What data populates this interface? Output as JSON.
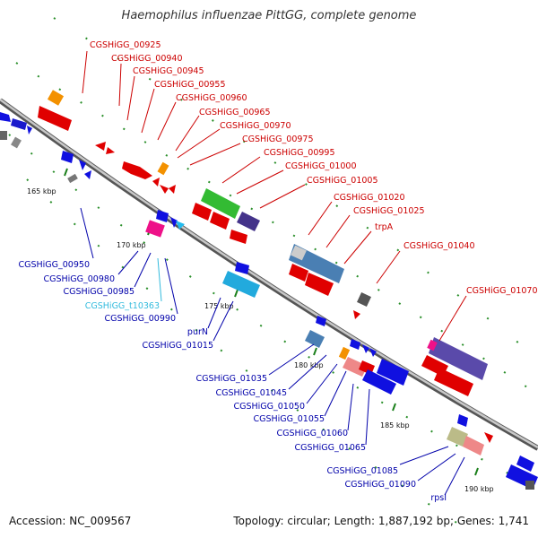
{
  "title": "Haemophilus influenzae PittGG, complete genome",
  "footer": {
    "accession": "Accession: NC_009567",
    "summary": "Topology: circular; Length: 1,887,192 bp; Genes: 1,741"
  },
  "colors": {
    "backbone": "#999999",
    "tick": "#1a7f1a",
    "label_red": "#cc0000",
    "label_blue": "#0000aa",
    "label_cyan": "#33bbdd"
  },
  "ticks": [
    {
      "label": "165 kbp"
    },
    {
      "label": "170 kbp"
    },
    {
      "label": "175 kbp"
    },
    {
      "label": "180 kbp"
    },
    {
      "label": "185 kbp"
    },
    {
      "label": "190 kbp"
    }
  ],
  "gene_labels_top": [
    "CGSHiGG_00925",
    "CGSHiGG_00940",
    "CGSHiGG_00945",
    "CGSHiGG_00955",
    "CGSHiGG_00960",
    "CGSHiGG_00965",
    "CGSHiGG_00970",
    "CGSHiGG_00975",
    "CGSHiGG_00995",
    "CGSHiGG_01000",
    "CGSHiGG_01005",
    "CGSHiGG_01020",
    "CGSHiGG_01025",
    "trpA",
    "CGSHiGG_01040",
    "CGSHiGG_01070"
  ],
  "gene_labels_bottom": [
    "CGSHiGG_00950",
    "CGSHiGG_00980",
    "CGSHiGG_00985",
    "CGSHiGG_t10363",
    "CGSHiGG_00990",
    "purN",
    "CGSHiGG_01015",
    "CGSHiGG_01035",
    "CGSHiGG_01045",
    "CGSHiGG_01050",
    "CGSHiGG_01055",
    "CGSHiGG_01060",
    "CGSHiGG_01065",
    "CGSHiGG_01085",
    "CGSHiGG_01090",
    "rpsI"
  ]
}
